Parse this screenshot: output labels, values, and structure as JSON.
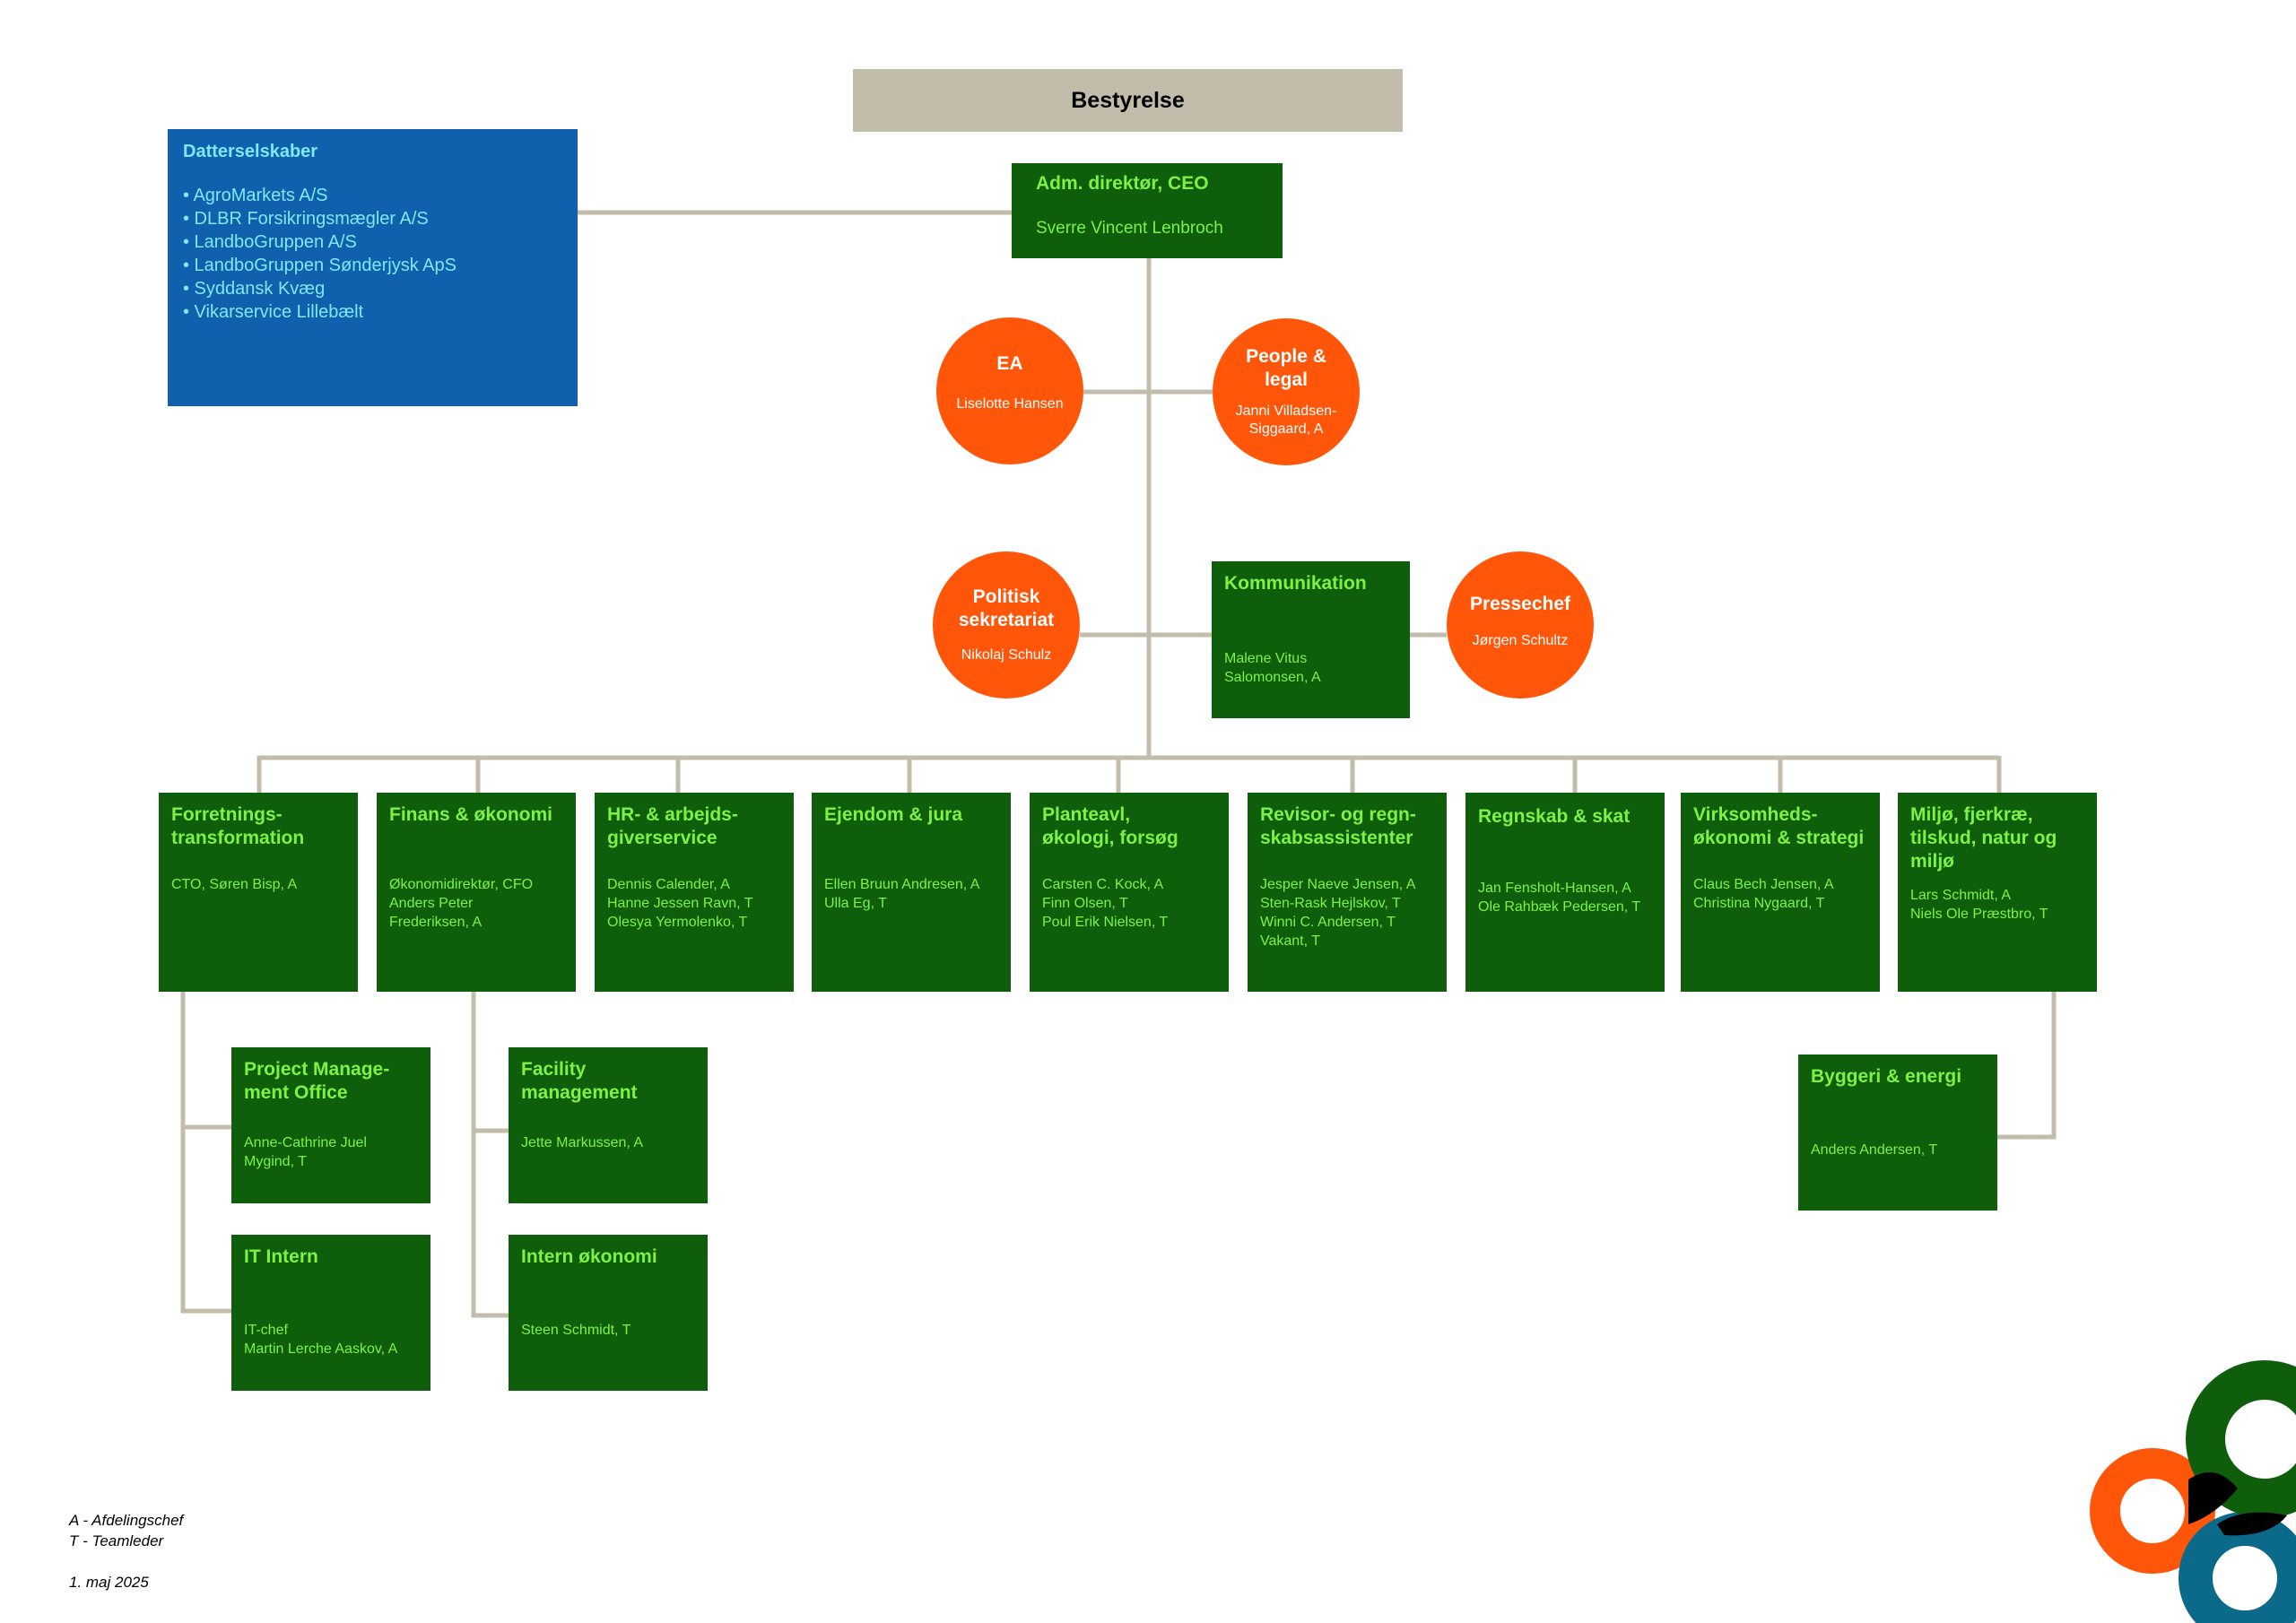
{
  "colors": {
    "department_box": "#0f5e0c",
    "department_text": "#7ef244",
    "staff_circle": "#ff560a",
    "subsidiaries_box": "#1160ad",
    "subsidiaries_text": "#7fe8f5",
    "board_box": "#c2bcab",
    "connector": "#c2bcab"
  },
  "board": {
    "label": "Bestyrelse"
  },
  "subsidiaries": {
    "title": "Datterselskaber",
    "items": [
      "• AgroMarkets A/S",
      "• DLBR Forsikringsmægler A/S",
      "• LandboGruppen A/S",
      "• LandboGruppen Sønderjysk ApS",
      "• Syddansk Kvæg",
      "• Vikarservice Lillebælt"
    ]
  },
  "ceo": {
    "title": "Adm. direktør, CEO",
    "name": "Sverre Vincent Lenbroch"
  },
  "staff": {
    "ea": {
      "title": "EA",
      "people": "Liselotte Hansen"
    },
    "people_legal": {
      "title": "People &\nlegal",
      "people": "Janni Villadsen-\nSiggaard, A"
    },
    "politisk": {
      "title": "Politisk\nsekretariat",
      "people": "Nikolaj Schulz"
    },
    "kommunikation": {
      "title": "Kommunikation",
      "people": "Malene Vitus\nSalomonsen, A"
    },
    "pressechef": {
      "title": "Pressechef",
      "people": "Jørgen Schultz"
    }
  },
  "departments": [
    {
      "title": "Forretnings-\ntransformation",
      "people": "CTO, Søren Bisp, A"
    },
    {
      "title": "Finans & økonomi",
      "people": "Økonomidirektør, CFO\nAnders Peter\nFrederiksen, A"
    },
    {
      "title": "HR- & arbejds-\ngiverservice",
      "people": "Dennis Calender, A\nHanne Jessen Ravn, T\nOlesya Yermolenko, T"
    },
    {
      "title": "Ejendom & jura",
      "people": "Ellen Bruun Andresen, A\nUlla Eg, T"
    },
    {
      "title": "Planteavl,\nøkologi, forsøg",
      "people": "Carsten C. Kock, A\nFinn Olsen, T\nPoul Erik Nielsen, T"
    },
    {
      "title": "Revisor- og regn-\nskabsassistenter",
      "people": "Jesper Naeve Jensen, A\nSten-Rask Hejlskov, T\nWinni C. Andersen, T\nVakant, T"
    },
    {
      "title": "Regnskab & skat",
      "people": "Jan Fensholt-Hansen, A\nOle Rahbæk Pedersen, T"
    },
    {
      "title": "Virksomheds-\nøkonomi & strategi",
      "people": "Claus Bech Jensen, A\nChristina Nygaard, T"
    },
    {
      "title": "Miljø, fjerkræ,\ntilskud, natur og\nmiljø",
      "people": "Lars Schmidt, A\nNiels Ole Præstbro, T"
    }
  ],
  "sub_departments": {
    "pmo": {
      "title": "Project Manage-\nment Office",
      "people": "Anne-Cathrine Juel\nMygind, T"
    },
    "it": {
      "title": "IT Intern",
      "people": "IT-chef\nMartin Lerche Aaskov, A"
    },
    "facility": {
      "title": "Facility\nmanagement",
      "people": "Jette Markussen, A"
    },
    "intern_oekonomi": {
      "title": "Intern økonomi",
      "people": "Steen Schmidt, T"
    },
    "byggeri": {
      "title": "Byggeri & energi",
      "people": "Anders Andersen, T"
    }
  },
  "legend": {
    "a": "A - Afdelingschef",
    "t": "T - Teamleder",
    "date": "1. maj 2025"
  },
  "logo": {
    "icon": "interlocking-rings-logo"
  }
}
